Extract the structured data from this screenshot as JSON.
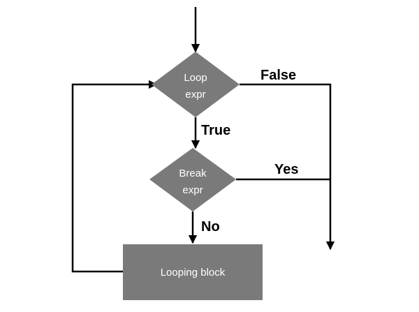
{
  "diagram": {
    "nodes": {
      "loop_expr": {
        "line1": "Loop",
        "line2": "expr"
      },
      "break_expr": {
        "line1": "Break",
        "line2": "expr"
      },
      "looping_block": {
        "label": "Looping block"
      }
    },
    "edges": {
      "loop_false": "False",
      "loop_true": "True",
      "break_yes": "Yes",
      "break_no": "No"
    },
    "colors": {
      "node_fill": "#7a7a7a",
      "node_text": "#ffffff",
      "line": "#000000"
    }
  }
}
